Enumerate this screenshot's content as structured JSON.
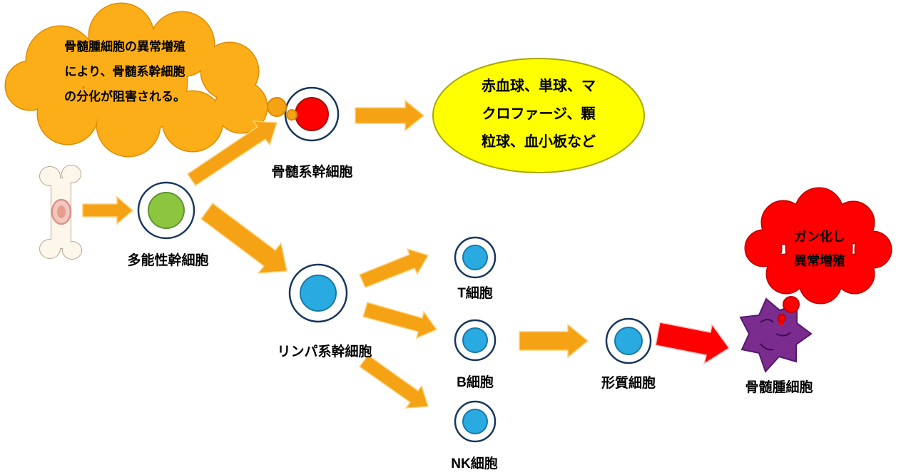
{
  "diagram": {
    "clouds": {
      "inhibition": {
        "line1": "骨髄腫細胞の異常増殖",
        "line2": "により、骨髄系幹細胞",
        "line3": "の分化が阻害される。"
      },
      "cancer": {
        "line1": "ガン化し",
        "line2": "異常増殖"
      }
    },
    "products_ellipse": {
      "line1": "赤血球、単球、マ",
      "line2": "クロファージ、顆",
      "line3": "粒球、血小板など"
    },
    "labels": {
      "pluripotent_stem_cell": "多能性幹細胞",
      "myeloid_stem_cell": "骨髄系幹細胞",
      "lymphoid_stem_cell": "リンパ系幹細胞",
      "t_cell": "T細胞",
      "b_cell": "B細胞",
      "nk_cell": "NK細胞",
      "plasma_cell": "形質細胞",
      "myeloma_cell": "骨髄腫細胞"
    },
    "colors": {
      "arrow_orange": "#F5A214",
      "cloud_orange": "#FBAE17",
      "ellipse_yellow": "#FFFF00",
      "red": "#FF0000",
      "cell_green": "#8CC63F",
      "cell_blue": "#29ABE2",
      "myeloma_purple": "#7B2C8F",
      "outline_navy": "#17365D"
    }
  }
}
